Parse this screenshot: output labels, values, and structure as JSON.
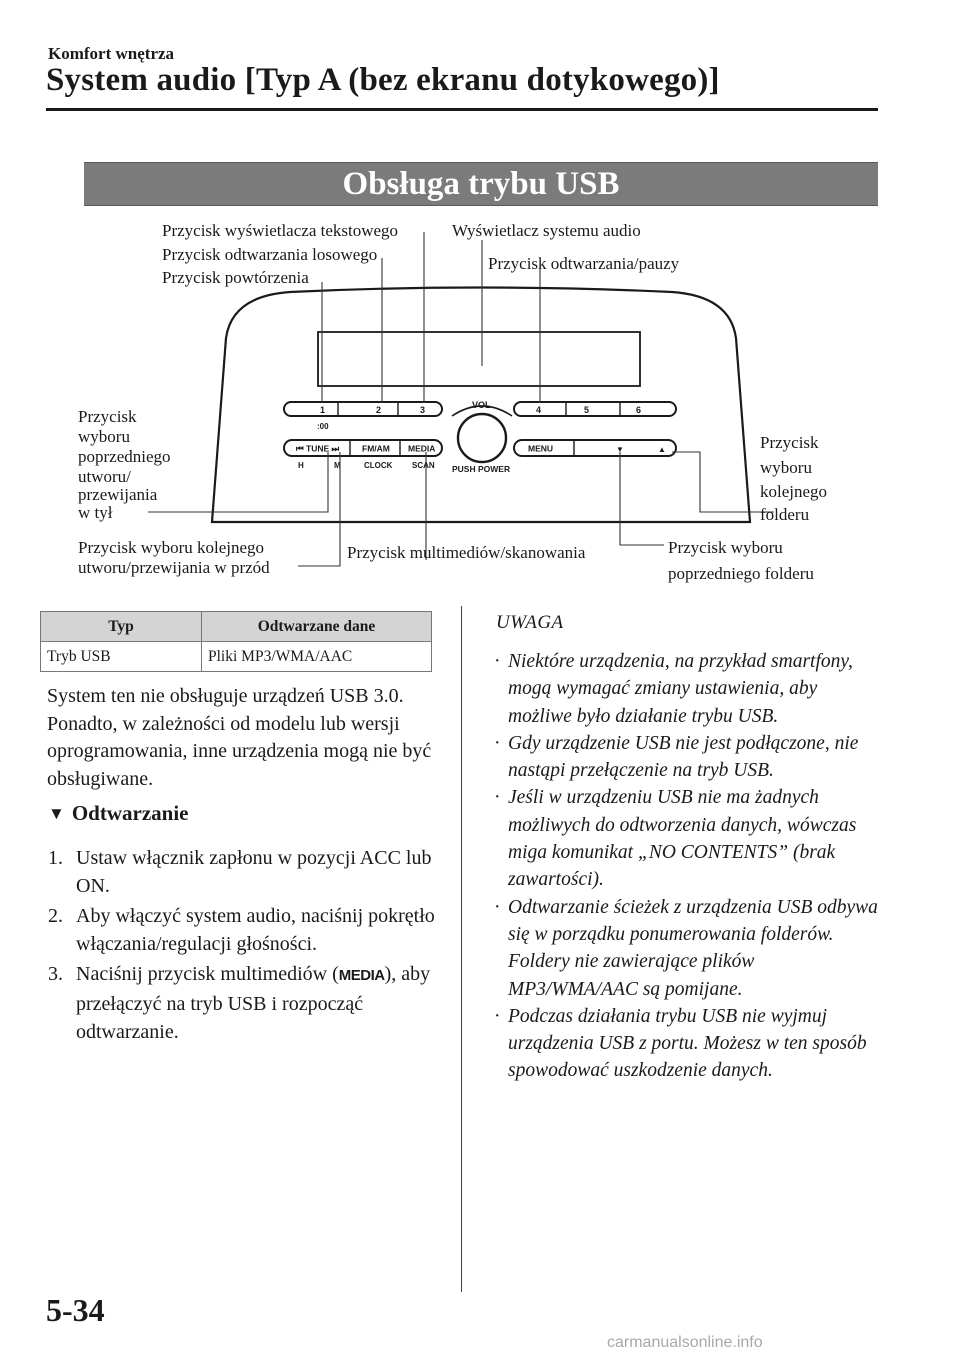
{
  "header": {
    "section": "Komfort wnętrza",
    "title": "System audio [Typ A (bez ekranu dotykowego)]"
  },
  "banner": "Obsługa trybu USB",
  "diagram": {
    "labels": {
      "text_display": "Przycisk wyświetlacza tekstowego",
      "random": "Przycisk odtwarzania losowego",
      "repeat": "Przycisk powtórzenia",
      "audio_display": "Wyświetlacz systemu audio",
      "play_pause": "Przycisk odtwarzania/pauzy",
      "prev_track": [
        "Przycisk",
        "wyboru",
        "poprzedniego",
        "utworu/",
        "przewijania",
        "w tył"
      ],
      "next_folder": [
        "Przycisk",
        "wyboru",
        "kolejnego",
        "folderu"
      ],
      "next_track": [
        "Przycisk wyboru kolejnego",
        "utworu/przewijania w przód"
      ],
      "media_scan": "Przycisk multimediów/skanowania",
      "prev_folder": [
        "Przycisk wyboru",
        "poprzedniego folderu"
      ]
    },
    "panel": {
      "presets": [
        "1",
        "2",
        "3",
        "4",
        "5",
        "6"
      ],
      "clock_mark": ":00",
      "vol": "VOL",
      "push_power": "PUSH POWER",
      "tune": "TUNE",
      "fm_am": "FM/AM",
      "media": "MEDIA",
      "menu": "MENU",
      "down_arrow": "▼",
      "up_arrow": "▲",
      "h": "H",
      "m": "M",
      "clock": "CLOCK",
      "scan": "SCAN"
    }
  },
  "table": {
    "headers": [
      "Typ",
      "Odtwarzane dane"
    ],
    "rows": [
      [
        "Tryb USB",
        "Pliki MP3/WMA/AAC"
      ]
    ]
  },
  "intro": "System ten nie obsługuje urządzeń USB 3.0. Ponadto, w zależności od modelu lub wersji oprogramowania, inne urządzenia mogą nie być obsługiwane.",
  "playback": {
    "heading": "Odtwarzanie",
    "steps": [
      {
        "num": "1.",
        "text": "Ustaw włącznik zapłonu w pozycji ACC lub ON."
      },
      {
        "num": "2.",
        "text": "Aby włączyć system audio, naciśnij pokrętło włączania/regulacji głośności."
      },
      {
        "num": "3.",
        "pre": "Naciśnij przycisk multimediów (",
        "glyph": "MEDIA",
        "post": "), aby przełączyć na tryb USB i rozpocząć odtwarzanie."
      }
    ]
  },
  "note": {
    "title": "UWAGA",
    "items": [
      "Niektóre urządzenia, na przykład smartfony, mogą wymagać zmiany ustawienia, aby możliwe było działanie trybu USB.",
      "Gdy urządzenie USB nie jest podłączone, nie nastąpi przełączenie na tryb USB.",
      "Jeśli w urządzeniu USB nie ma żadnych możliwych do odtworzenia danych, wówczas miga komunikat „NO CONTENTS” (brak zawartości).",
      "Odtwarzanie ścieżek z urządzenia USB odbywa się w porządku ponumerowania folderów. Foldery nie zawierające plików MP3/WMA/AAC są pomijane.",
      "Podczas działania trybu USB nie wyjmuj urządzenia USB z portu. Możesz w ten sposób spowodować uszkodzenie danych."
    ]
  },
  "footer": {
    "page": "5-34",
    "watermark": "carmanualsonline.info"
  }
}
